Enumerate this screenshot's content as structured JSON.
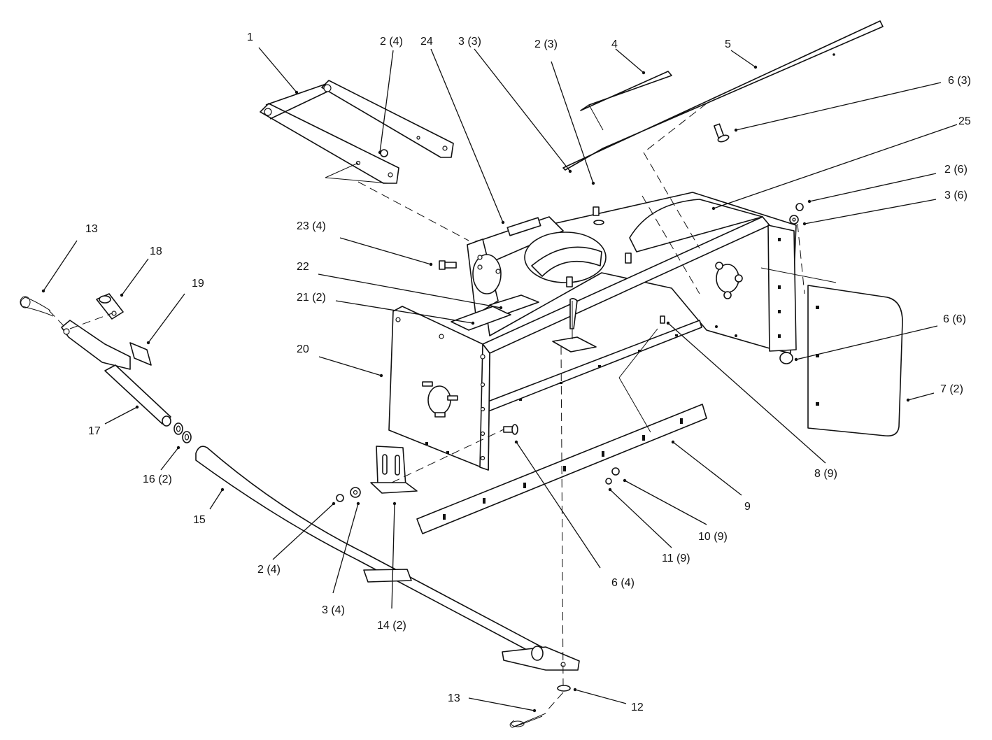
{
  "callouts": {
    "c1": "1",
    "c2_4_top": "2 (4)",
    "c24": "24",
    "c3_3": "3 (3)",
    "c2_3": "2 (3)",
    "c4": "4",
    "c5": "5",
    "c6_3": "6 (3)",
    "c25": "25",
    "c2_6": "2 (6)",
    "c3_6": "3 (6)",
    "c13_top": "13",
    "c18": "18",
    "c19": "19",
    "c23_4": "23 (4)",
    "c22": "22",
    "c21_2": "21 (2)",
    "c20": "20",
    "c6_6": "6 (6)",
    "c7_2": "7 (2)",
    "c17": "17",
    "c16_2": "16 (2)",
    "c15": "15",
    "c8_9": "8 (9)",
    "c9": "9",
    "c10_9": "10 (9)",
    "c11_9": "11 (9)",
    "c2_4_bottom": "2 (4)",
    "c3_4": "3 (4)",
    "c14_2": "14 (2)",
    "c6_4": "6 (4)",
    "c13_bottom": "13",
    "c12": "12"
  }
}
